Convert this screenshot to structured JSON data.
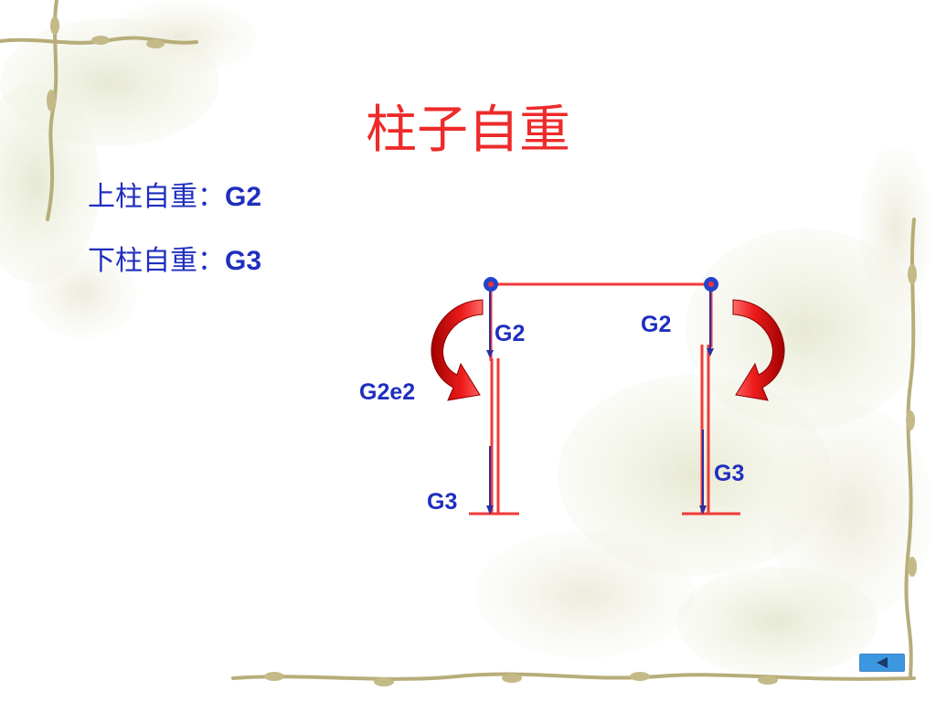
{
  "slide": {
    "title": "柱子自重",
    "lines": [
      {
        "label": "上柱自重：",
        "value": "G2"
      },
      {
        "label": "下柱自重：",
        "value": "G3"
      }
    ]
  },
  "diagram": {
    "labels": {
      "left_upper": "G2",
      "left_moment": "G2e2",
      "left_lower": "G3",
      "right_upper": "G2",
      "right_lower": "G3"
    }
  },
  "nav": {
    "icon": "back-triangle-icon"
  },
  "colors": {
    "title": "#ee2a2a",
    "text": "#1f2ebf",
    "frame": "#f03a3a",
    "arrow": "#2b2f9e",
    "curl": "#e01818",
    "node": "#2244cc",
    "nav_bg": "#3b97e0"
  }
}
